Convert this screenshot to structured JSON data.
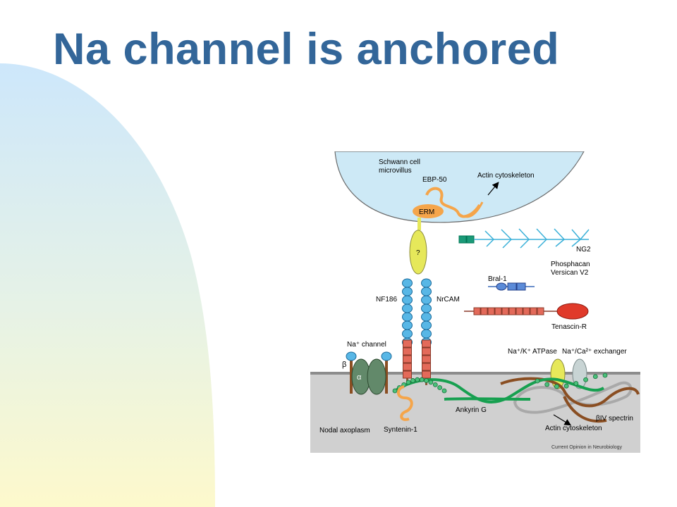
{
  "slide": {
    "title": "Na channel is anchored"
  },
  "colors": {
    "title": "#336699",
    "bg_gradient_top": "#cde7fb",
    "bg_gradient_bottom": "#fdf9cc",
    "schwann_cell": "#cde9f6",
    "axoplasm": "#d0d0d0",
    "orange_protein": "#f5a54a",
    "ig_domain": "#58b7e6",
    "fn_domain": "#e36a5a",
    "ankyrin": "#17a050",
    "spectrin": "#8a4e22",
    "actin_grey": "#a9a9a9",
    "yellow_protein": "#e6e85a",
    "green_channel": "#62896a"
  },
  "labels": {
    "schwann_line1": "Schwann cell",
    "schwann_line2": "microvillus",
    "ebp50": "EBP-50",
    "actin_top": "Actin cytoskeleton",
    "erm": "ERM",
    "unknown": "?",
    "ng2": "NG2",
    "phosphacan": "Phosphacan",
    "versican": "Versican V2",
    "bral1": "Bral-1",
    "nf186": "NF186",
    "nrcam": "NrCAM",
    "tenascin": "Tenascin-R",
    "na_channel": "Na⁺ channel",
    "beta": "β",
    "alpha": "α",
    "atpase": "Na⁺/K⁺ ATPase",
    "exchanger": "Na⁺/Ca²⁺ exchanger",
    "syntenin": "Syntenin-1",
    "ankyrin": "Ankyrin G",
    "spectrin": "βIV spectrin",
    "actin_bottom": "Actin cytoskeleton",
    "nodal": "Nodal axoplasm",
    "credit": "Current Opinion in Neurobiology"
  }
}
